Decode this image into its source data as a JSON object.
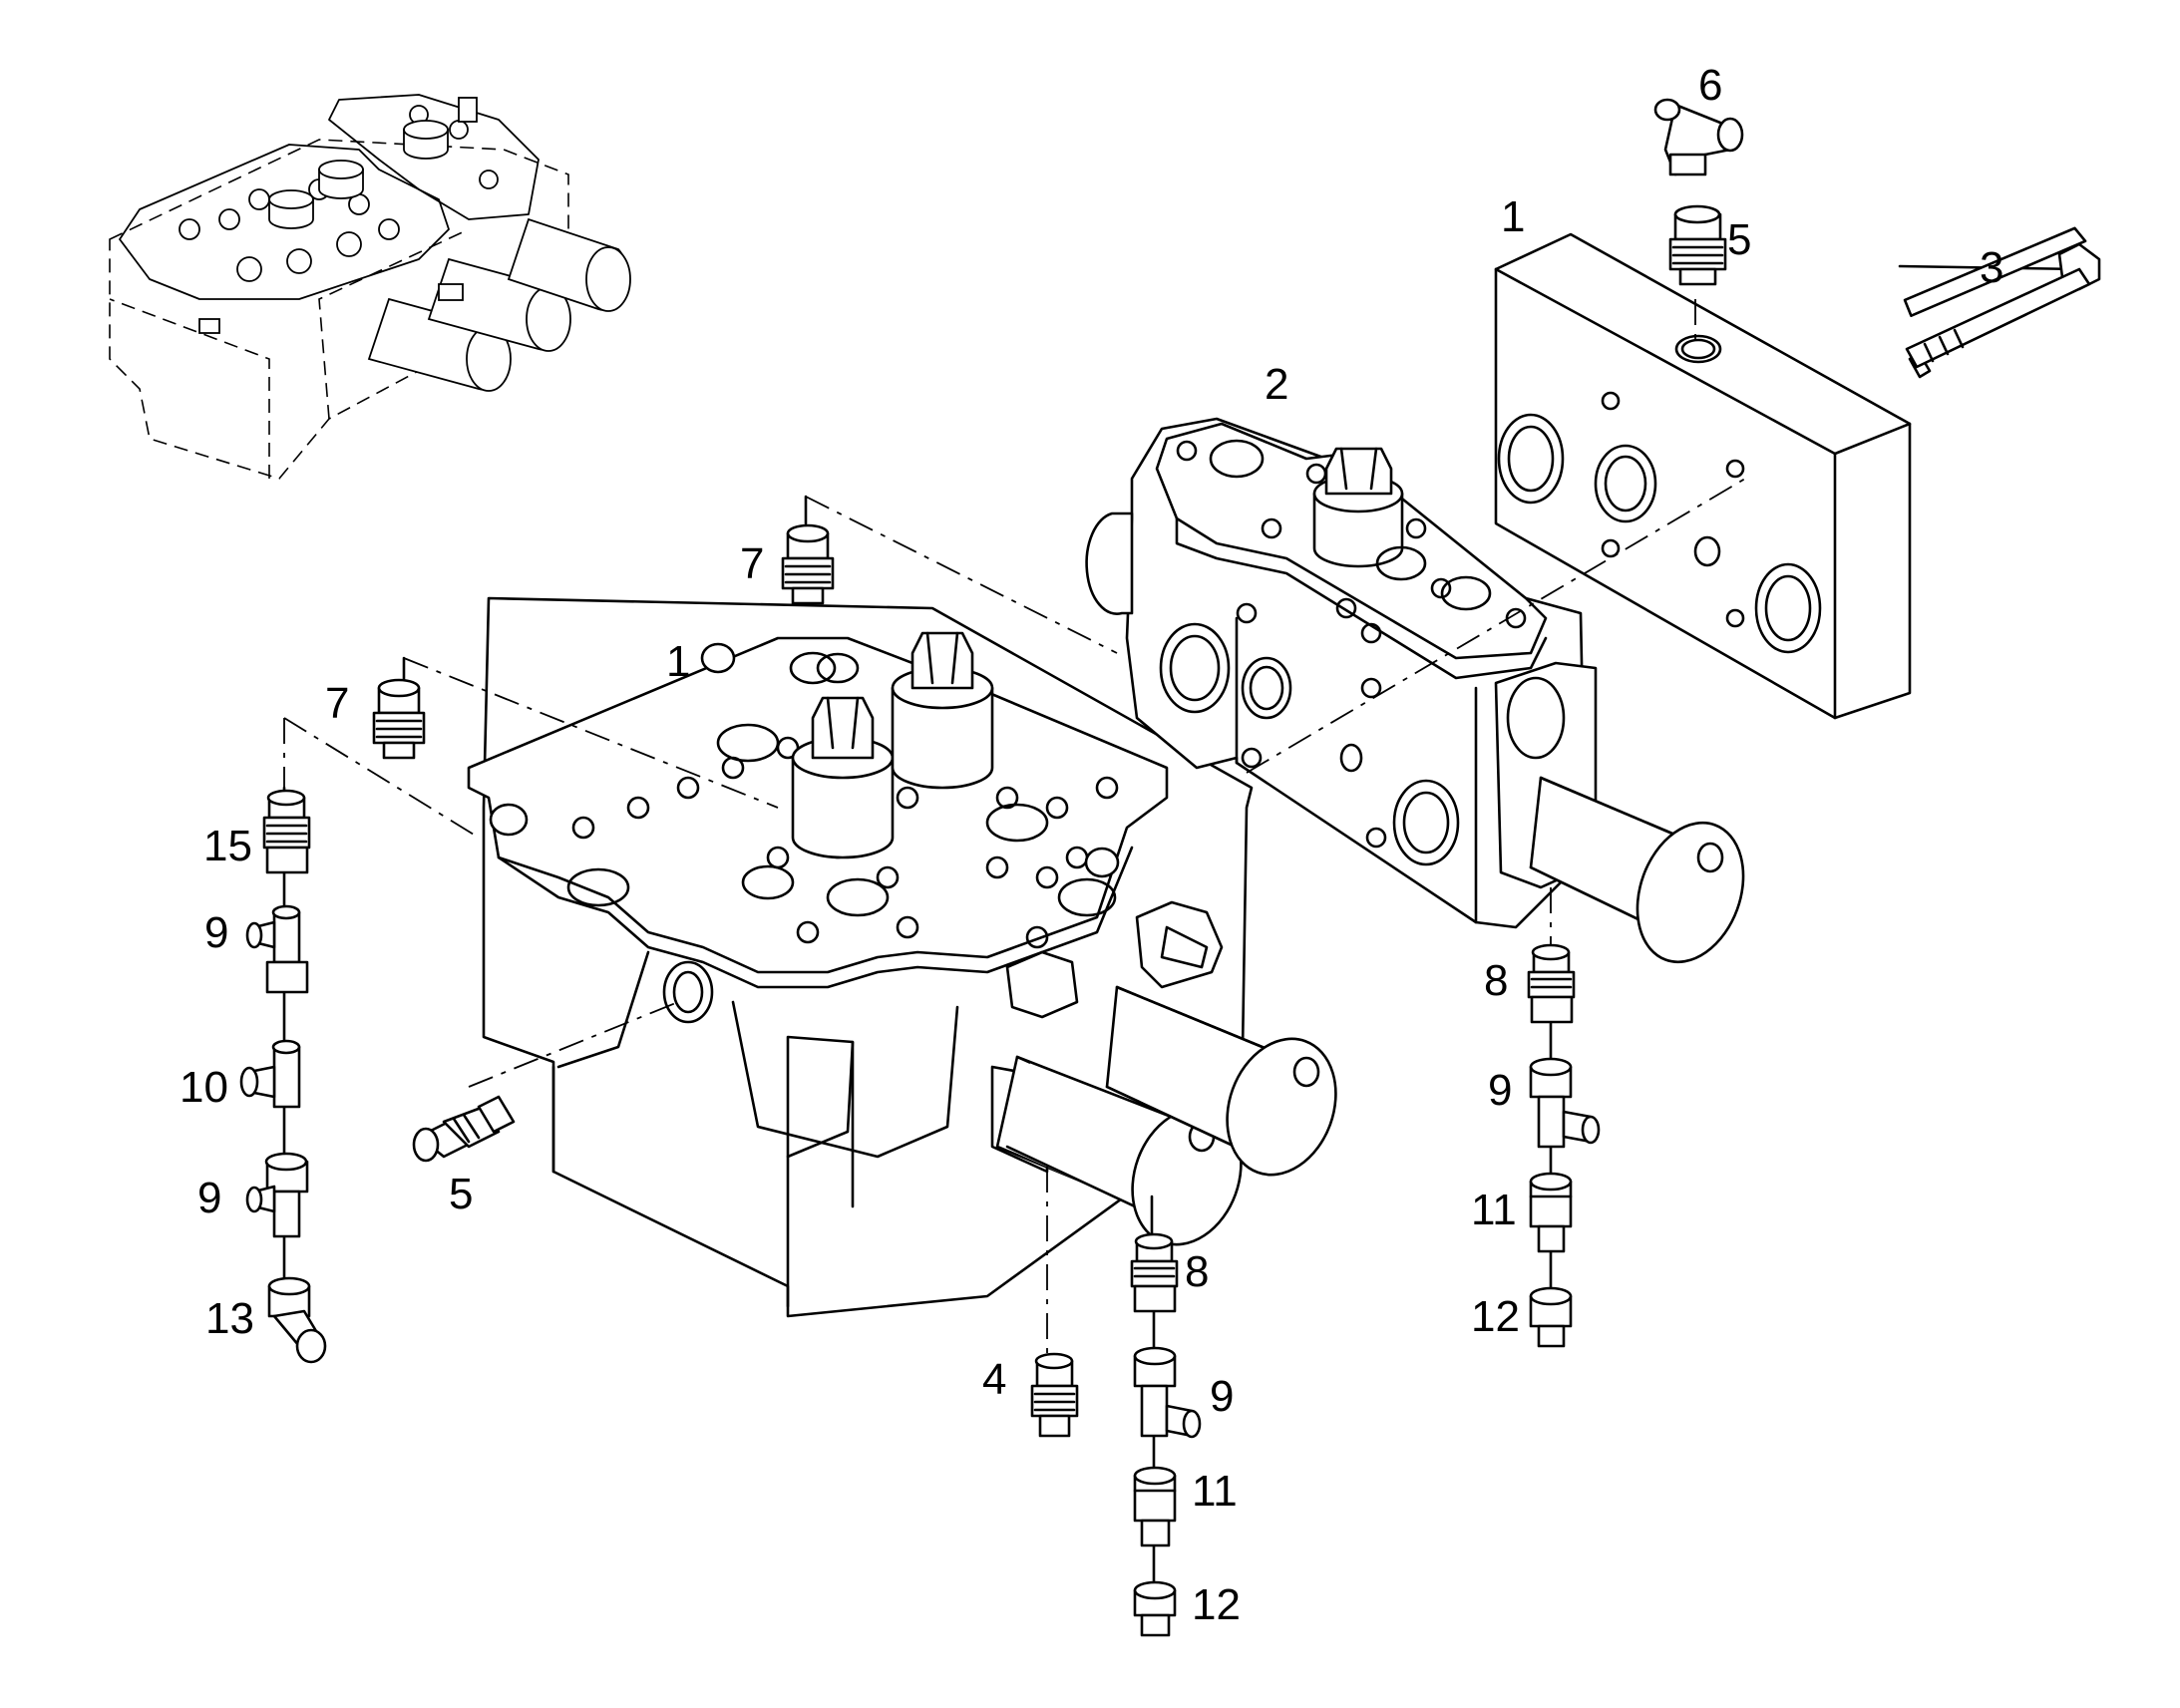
{
  "callouts": [
    {
      "id": "c1a",
      "text": "1"
    },
    {
      "id": "c1b",
      "text": "1"
    },
    {
      "id": "c2",
      "text": "2"
    },
    {
      "id": "c3",
      "text": "3"
    },
    {
      "id": "c4",
      "text": "4"
    },
    {
      "id": "c5a",
      "text": "5"
    },
    {
      "id": "c5b",
      "text": "5"
    },
    {
      "id": "c6",
      "text": "6"
    },
    {
      "id": "c7a",
      "text": "7"
    },
    {
      "id": "c7b",
      "text": "7"
    },
    {
      "id": "c8a",
      "text": "8"
    },
    {
      "id": "c8b",
      "text": "8"
    },
    {
      "id": "c9a",
      "text": "9"
    },
    {
      "id": "c9b",
      "text": "9"
    },
    {
      "id": "c9c",
      "text": "9"
    },
    {
      "id": "c9d",
      "text": "9"
    },
    {
      "id": "c10",
      "text": "10"
    },
    {
      "id": "c11a",
      "text": "11"
    },
    {
      "id": "c11b",
      "text": "11"
    },
    {
      "id": "c12a",
      "text": "12"
    },
    {
      "id": "c12b",
      "text": "12"
    },
    {
      "id": "c13",
      "text": "13"
    },
    {
      "id": "c15",
      "text": "15"
    }
  ]
}
